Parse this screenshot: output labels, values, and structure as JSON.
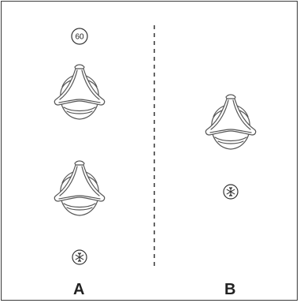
{
  "panels": [
    {
      "label": "A",
      "timer_badge": "60",
      "knob_count": 2,
      "icon": "snowflake-icon"
    },
    {
      "label": "B",
      "knob_count": 1,
      "icon": "snowflake-icon"
    }
  ],
  "colors": {
    "stroke": "#555555",
    "frame": "#3a3a3a",
    "divider": "#333333",
    "text": "#222222"
  }
}
